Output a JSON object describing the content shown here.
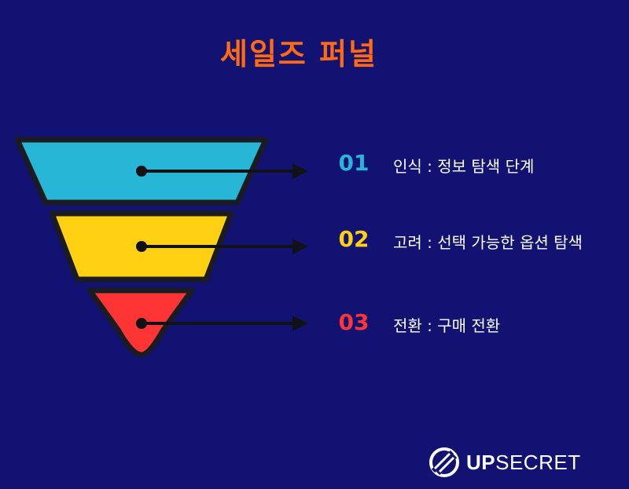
{
  "title": "세일즈 퍼널",
  "colors": {
    "background": "#121273",
    "title": "#ff6a13",
    "stage1": "#28b6d6",
    "stage2": "#ffd112",
    "stage3": "#ff3535",
    "outline": "#1b1b22",
    "arrow": "#111118"
  },
  "stages": [
    {
      "num": "01",
      "label": "인식 : 정보 탐색 단계",
      "color": "#28b6d6"
    },
    {
      "num": "02",
      "label": "고려 : 선택 가능한 옵션 탐색",
      "color": "#ffd112"
    },
    {
      "num": "03",
      "label": "전환 : 구매 전환",
      "color": "#ff3535"
    }
  ],
  "logo": {
    "bold": "UP",
    "thin": "SECRET",
    "icon": "upsecret-logo-icon"
  }
}
